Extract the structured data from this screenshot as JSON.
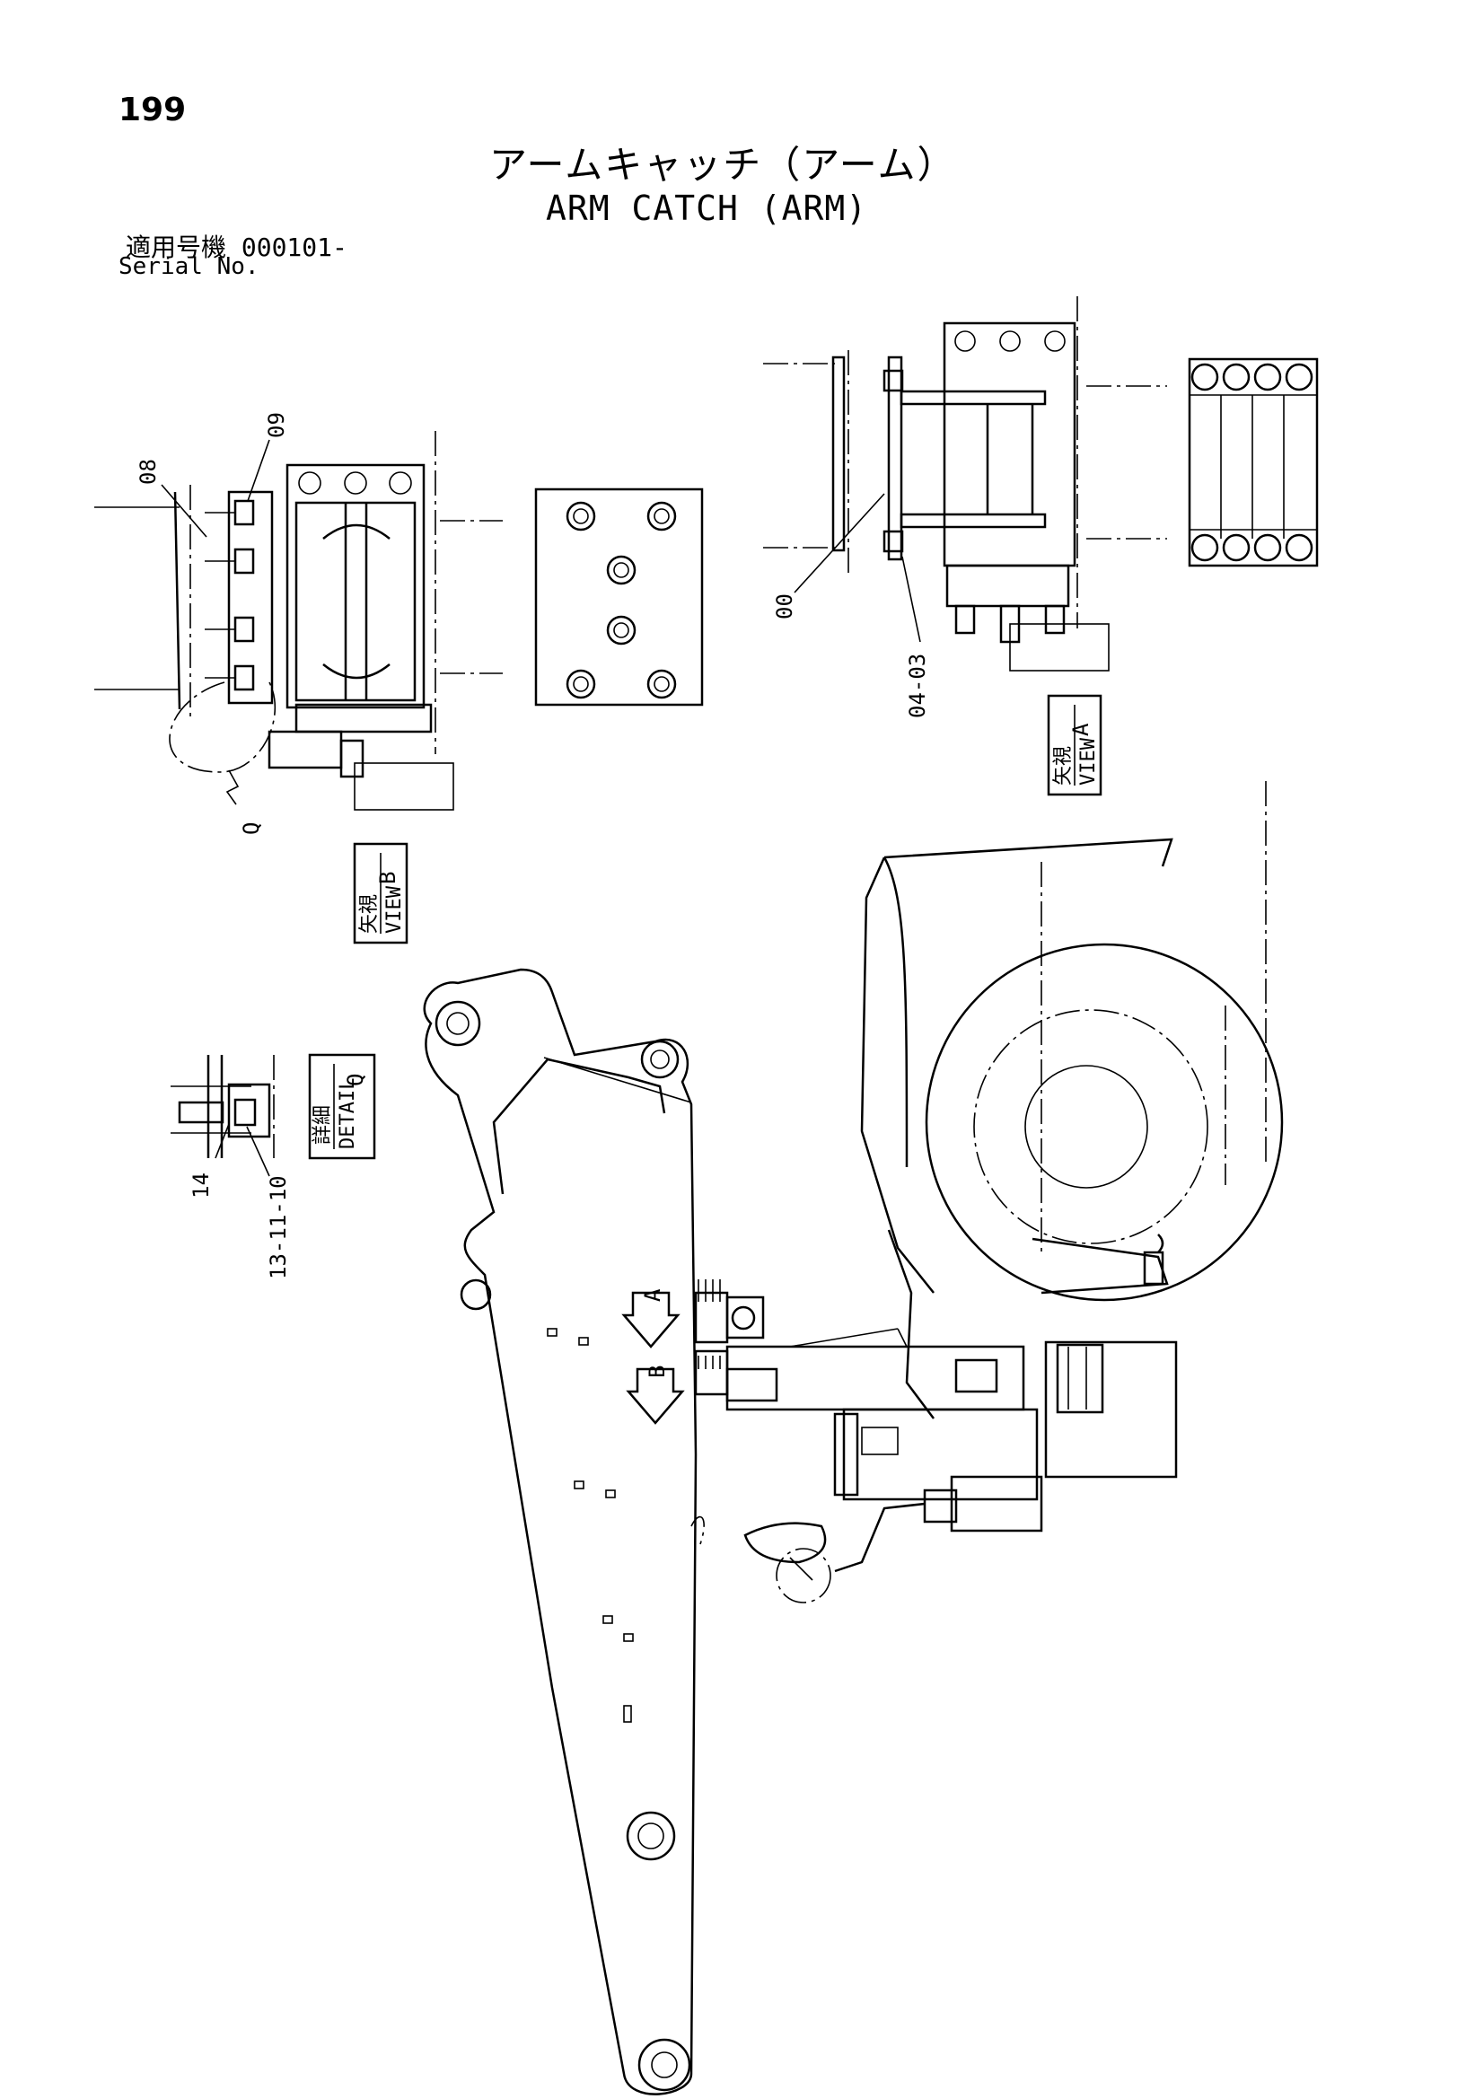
{
  "header": {
    "page_number": "199",
    "title_jp": "アームキャッチ（アーム）",
    "title_en": "ARM CATCH (ARM)",
    "serial_jp": "適用号機  000101-",
    "serial_en": "Serial No."
  },
  "views": {
    "view_a": {
      "jp": "矢視",
      "en": "VIEW",
      "letter": "A"
    },
    "view_b": {
      "jp": "矢視",
      "en": "VIEW",
      "letter": "B"
    },
    "detail_q": {
      "jp": "詳細",
      "en": "DETAIL",
      "letter": "Q"
    }
  },
  "callouts": {
    "c08": "08",
    "c09": "09",
    "c00": "00",
    "c04_03": "04-03",
    "c14": "14",
    "c13_11_10": "13-11-10",
    "cq": "Q"
  },
  "arrows": {
    "a": "A",
    "b": "B"
  }
}
